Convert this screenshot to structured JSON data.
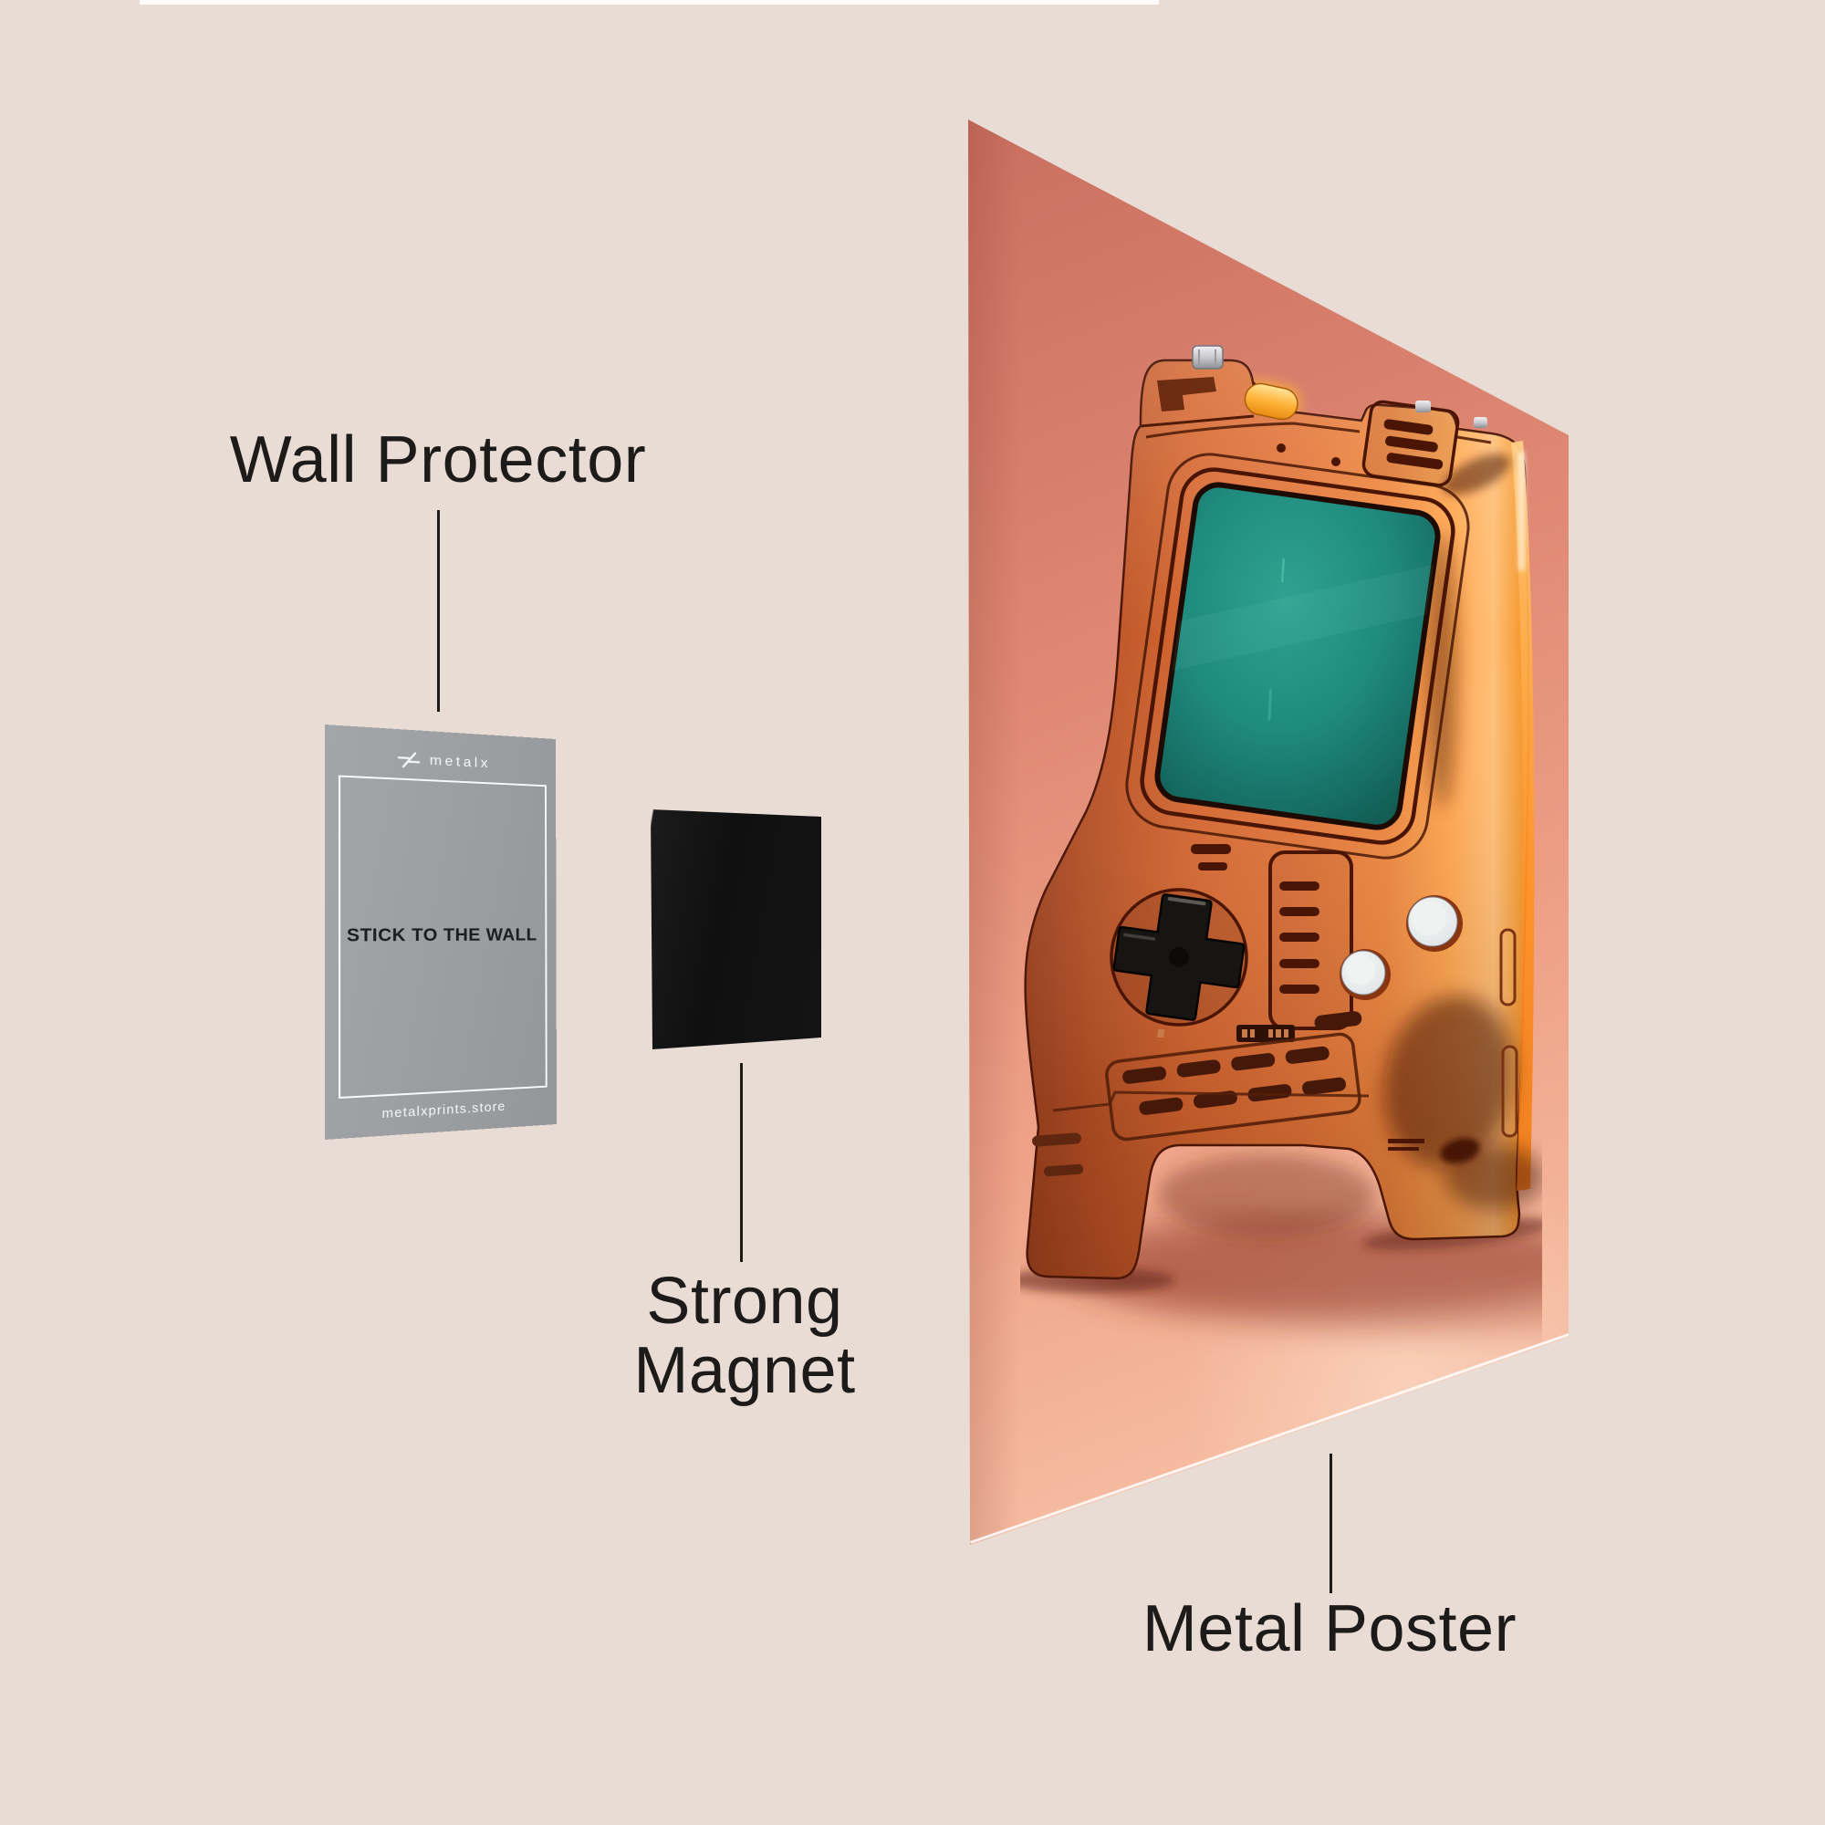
{
  "page": {
    "background_color": "#e8dcd4",
    "top_strip_color": "#fdfcfb"
  },
  "labels": {
    "wall_protector": "Wall Protector",
    "strong_magnet_line1": "Strong",
    "strong_magnet_line2": "Magnet",
    "metal_poster": "Metal Poster",
    "text_color": "#1d1b1a"
  },
  "wall_protector_card": {
    "brand": "metalx",
    "brand_icon": "metalx-logo-icon",
    "center_text": "STICK TO THE WALL",
    "footer_text": "metalxprints.store",
    "card_color": "#9b9ea1",
    "light_text_color": "#f7f7f6",
    "center_text_color": "#1c1c1c"
  },
  "magnet": {
    "color": "#141414"
  },
  "poster": {
    "background_top_color": "#c96f5f",
    "background_bottom_color": "#f8c9b0",
    "device": {
      "type": "handheld-game-console",
      "body_color": "#e3773b",
      "screen_color": "#1f8a7e",
      "dpad_color": "#171513",
      "button_color": "#eef1f1",
      "accent_gold": "#ffb43a",
      "accent_silver": "#d9d9de"
    }
  }
}
